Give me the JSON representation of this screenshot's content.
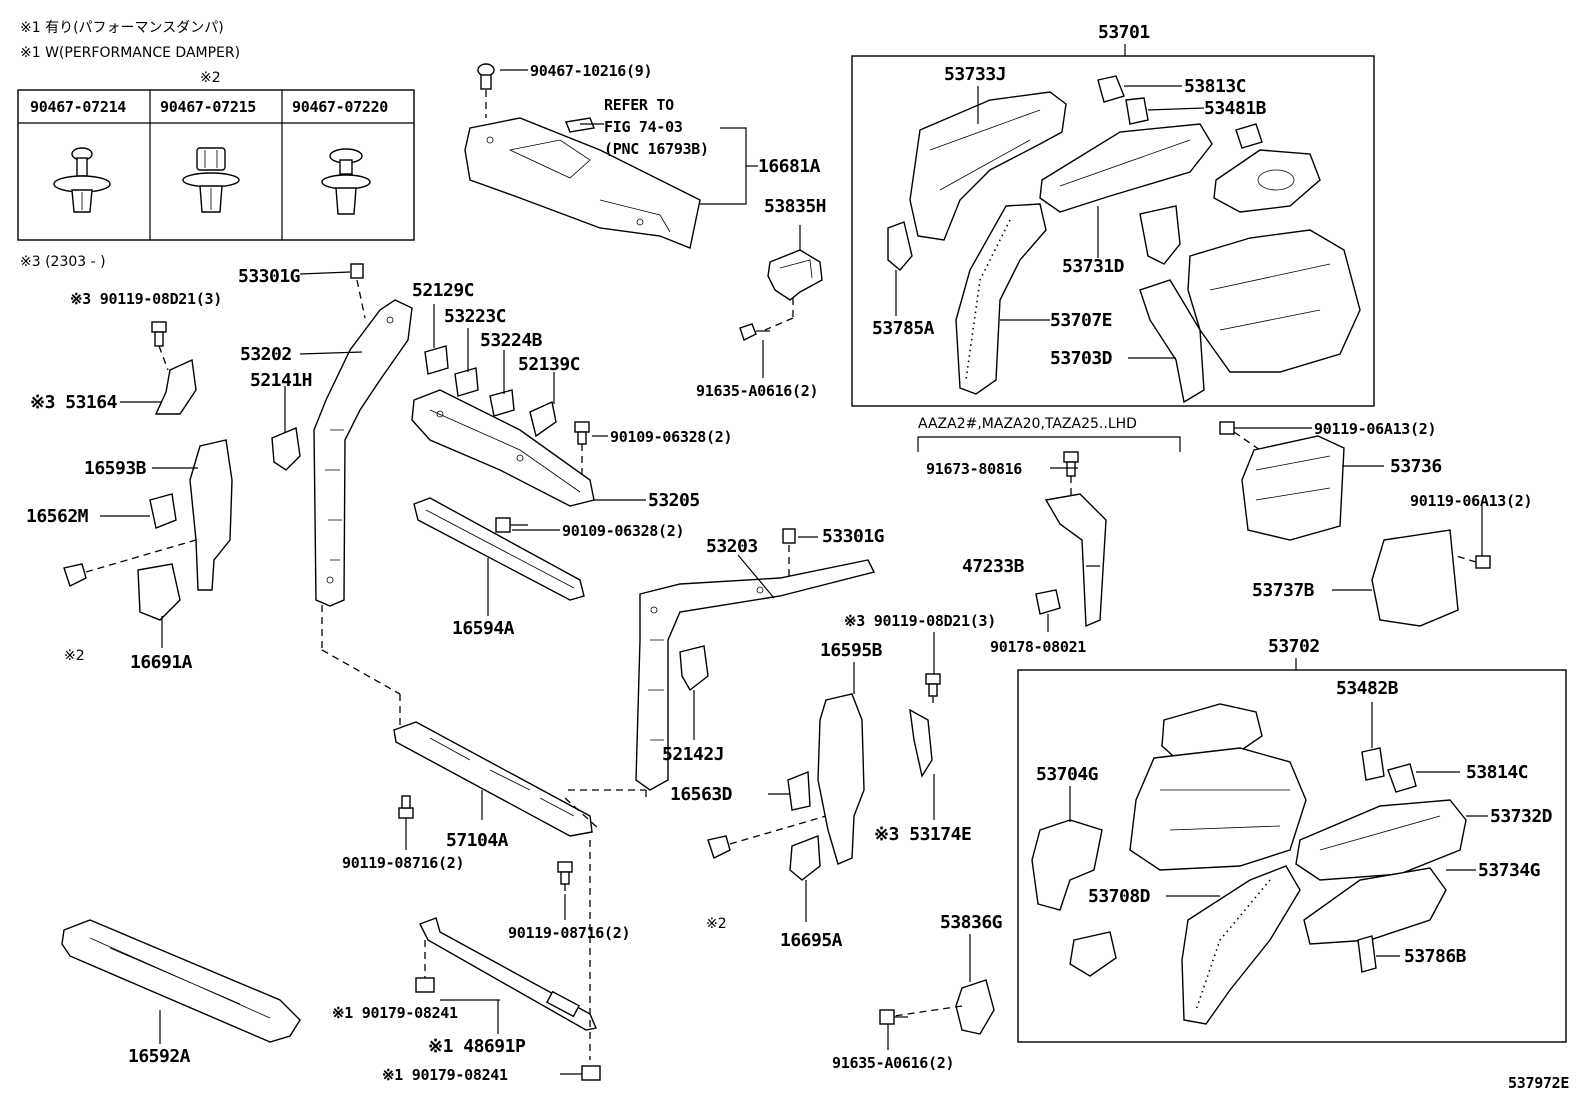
{
  "notes": {
    "note1_ja": "※1 有り(パフォーマンスダンパ)",
    "note1_en": "※1 W(PERFORMANCE DAMPER)",
    "note2_mark": "※2",
    "note3": "※3 (2303 -        )",
    "applicability": "AAZA2#,MAZA20,TAZA25..LHD",
    "refer": [
      "REFER TO",
      "FIG 74-03",
      "(PNC 16793B)"
    ],
    "star2": "※2"
  },
  "clip_table": {
    "headers": [
      "90467-07214",
      "90467-07215",
      "90467-07220"
    ]
  },
  "assemblies": {
    "upper": "53701",
    "lower": "53702"
  },
  "labels": {
    "p9046710216": "90467-10216(9)",
    "p16681A": "16681A",
    "p53835H": "53835H",
    "p91635A0616a": "91635-A0616(2)",
    "p53301Ga": "53301G",
    "p52129C": "52129C",
    "p53223C": "53223C",
    "p53224B": "53224B",
    "p52139C": "52139C",
    "p53202": "53202",
    "p52141H": "52141H",
    "p90119_08D21a": "※3 90119-08D21(3)",
    "p53164": "※3 53164",
    "p9010906328a": "90109-06328(2)",
    "p53205": "53205",
    "p9010906328b": "90109-06328(2)",
    "p16593B": "16593B",
    "p16562M": "16562M",
    "p16691A": "16691A",
    "p16594A": "16594A",
    "p53203": "53203",
    "p53301Gb": "53301G",
    "p90119_08D21b": "※3 90119-08D21(3)",
    "p16595B": "16595B",
    "p52142J": "52142J",
    "p16563D": "16563D",
    "p53174E": "※3 53174E",
    "p16695A": "16695A",
    "p57104A": "57104A",
    "p9011908716a": "90119-08716(2)",
    "p9011908716b": "90119-08716(2)",
    "p90179a": "※1 90179-08241",
    "p48691P": "※1 48691P",
    "p90179b": "※1 90179-08241",
    "p16592A": "16592A",
    "p53733J": "53733J",
    "p53813C": "53813C",
    "p53481B": "53481B",
    "p53731D": "53731D",
    "p53785A": "53785A",
    "p53707E": "53707E",
    "p53703D": "53703D",
    "p91673": "91673-80816",
    "p47233B": "47233B",
    "p90178": "90178-08021",
    "p90119_06A13a": "90119-06A13(2)",
    "p53736": "53736",
    "p90119_06A13b": "90119-06A13(2)",
    "p53737B": "53737B",
    "p53482B": "53482B",
    "p53814C": "53814C",
    "p53704G": "53704G",
    "p53732D": "53732D",
    "p53734G": "53734G",
    "p53708D": "53708D",
    "p53786B": "53786B",
    "p53836G": "53836G",
    "p91635A0616b": "91635-A0616(2)"
  },
  "figure_id": "537972E"
}
